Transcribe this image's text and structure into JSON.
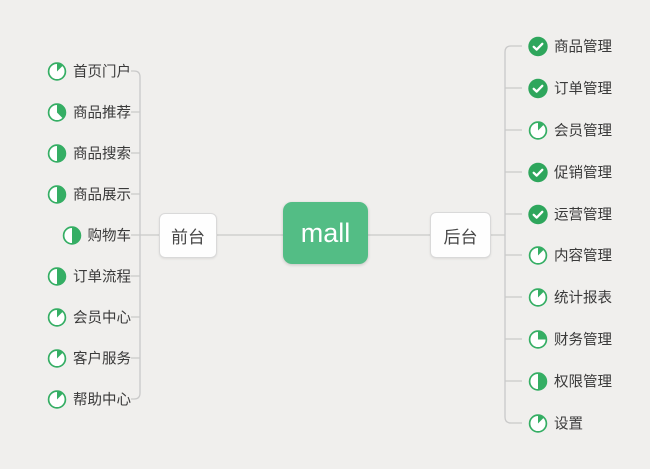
{
  "colors": {
    "background": "#f0efed",
    "pie_green": "#35ae64",
    "check_green": "#2ea65c",
    "central_bg": "#53bd85",
    "line": "#c9c9c9",
    "text": "#3a3a3a"
  },
  "central": {
    "label": "mall"
  },
  "left_branch": {
    "label": "前台",
    "items": [
      {
        "label": "首页门户",
        "icon": "progress-pie-icon",
        "progress": "1/8"
      },
      {
        "label": "商品推荐",
        "icon": "progress-pie-icon",
        "progress": "3/8"
      },
      {
        "label": "商品搜索",
        "icon": "progress-pie-icon",
        "progress": "1/2"
      },
      {
        "label": "商品展示",
        "icon": "progress-pie-icon",
        "progress": "1/2"
      },
      {
        "label": "购物车",
        "icon": "progress-pie-icon",
        "progress": "1/2"
      },
      {
        "label": "订单流程",
        "icon": "progress-pie-icon",
        "progress": "1/2"
      },
      {
        "label": "会员中心",
        "icon": "progress-pie-icon",
        "progress": "1/8"
      },
      {
        "label": "客户服务",
        "icon": "progress-pie-icon",
        "progress": "1/8"
      },
      {
        "label": "帮助中心",
        "icon": "progress-pie-icon",
        "progress": "1/8"
      }
    ]
  },
  "right_branch": {
    "label": "后台",
    "items": [
      {
        "label": "商品管理",
        "icon": "task-done-check-icon",
        "progress": "done"
      },
      {
        "label": "订单管理",
        "icon": "task-done-check-icon",
        "progress": "done"
      },
      {
        "label": "会员管理",
        "icon": "progress-pie-icon",
        "progress": "1/8"
      },
      {
        "label": "促销管理",
        "icon": "task-done-check-icon",
        "progress": "done"
      },
      {
        "label": "运营管理",
        "icon": "task-done-check-icon",
        "progress": "done"
      },
      {
        "label": "内容管理",
        "icon": "progress-pie-icon",
        "progress": "1/8"
      },
      {
        "label": "统计报表",
        "icon": "progress-pie-icon",
        "progress": "1/8"
      },
      {
        "label": "财务管理",
        "icon": "progress-pie-icon",
        "progress": "1/4"
      },
      {
        "label": "权限管理",
        "icon": "progress-pie-icon",
        "progress": "1/2"
      },
      {
        "label": "设置",
        "icon": "progress-pie-icon",
        "progress": "1/8"
      }
    ]
  }
}
